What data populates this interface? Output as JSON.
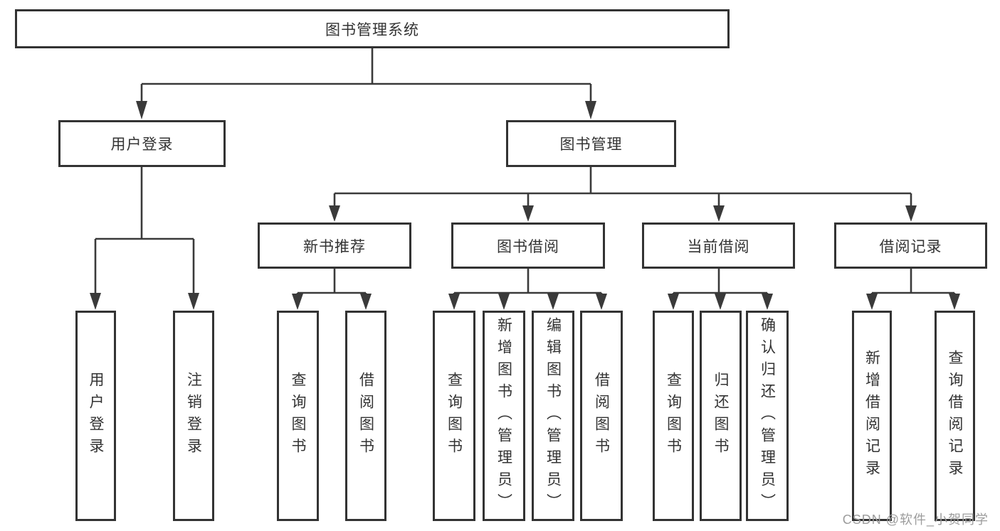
{
  "diagram": {
    "type": "tree",
    "nodes": {
      "root": "图书管理系统",
      "user_login_module": "用户登录",
      "book_mgmt_module": "图书管理",
      "new_book_rec": "新书推荐",
      "book_borrow": "图书借阅",
      "current_borrow": "当前借阅",
      "borrow_records": "借阅记录",
      "leaf_user_login": "用户登录",
      "leaf_logout_login": "注销登录",
      "leaf_nbr_query_book": "查询图书",
      "leaf_nbr_borrow_book": "借阅图书",
      "leaf_bb_query_book": "查询图书",
      "leaf_bb_add_book": "新增图书（管理员）",
      "leaf_bb_edit_book": "编辑图书（管理员）",
      "leaf_bb_borrow_book": "借阅图书",
      "leaf_cb_query_book": "查询图书",
      "leaf_cb_return_book": "归还图书",
      "leaf_cb_confirm_return": "确认归还（管理员）",
      "leaf_br_add_record": "新增借阅记录",
      "leaf_br_query_record": "查询借阅记录"
    },
    "edges": [
      {
        "from": "root",
        "to": [
          "user_login_module",
          "book_mgmt_module"
        ]
      },
      {
        "from": "user_login_module",
        "to": [
          "leaf_user_login",
          "leaf_logout_login"
        ]
      },
      {
        "from": "book_mgmt_module",
        "to": [
          "new_book_rec",
          "book_borrow",
          "current_borrow",
          "borrow_records"
        ]
      },
      {
        "from": "new_book_rec",
        "to": [
          "leaf_nbr_query_book",
          "leaf_nbr_borrow_book"
        ]
      },
      {
        "from": "book_borrow",
        "to": [
          "leaf_bb_query_book",
          "leaf_bb_add_book",
          "leaf_bb_edit_book",
          "leaf_bb_borrow_book"
        ]
      },
      {
        "from": "current_borrow",
        "to": [
          "leaf_cb_query_book",
          "leaf_cb_return_book",
          "leaf_cb_confirm_return"
        ]
      },
      {
        "from": "borrow_records",
        "to": [
          "leaf_br_add_record",
          "leaf_br_query_record"
        ]
      }
    ],
    "colors": {
      "background": "#ffffff",
      "box_border": "#333333",
      "connector_line": "#3a3a3a",
      "text": "#333333",
      "watermark_text": "#9c9c9c"
    }
  },
  "watermark": "CSDN @软件_小贺同学"
}
